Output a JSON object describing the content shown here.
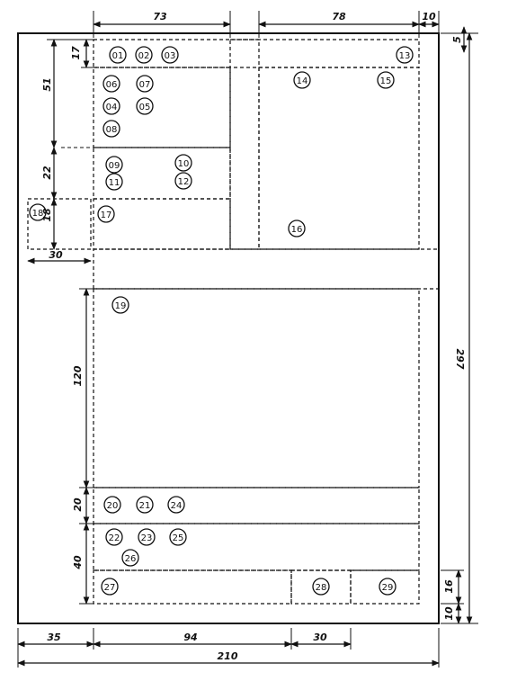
{
  "dimensions": {
    "top_73": "73",
    "top_78": "78",
    "top_10": "10",
    "top_5": "5",
    "left_17": "17",
    "left_51": "51",
    "left_22": "22",
    "left_18": "18",
    "left_30": "30",
    "right_297": "297",
    "right_16": "16",
    "right_10": "10",
    "mid_120": "120",
    "mid_20": "20",
    "mid_40": "40",
    "bottom_35": "35",
    "bottom_94": "94",
    "bottom_30": "30",
    "bottom_210": "210"
  },
  "markers": {
    "m01": "01",
    "m02": "02",
    "m03": "03",
    "m04": "04",
    "m05": "05",
    "m06": "06",
    "m07": "07",
    "m08": "08",
    "m09": "09",
    "m10": "10",
    "m11": "11",
    "m12": "12",
    "m13": "13",
    "m14": "14",
    "m15": "15",
    "m16": "16",
    "m17": "17",
    "m18": "18",
    "m19": "19",
    "m20": "20",
    "m21": "21",
    "m22": "22",
    "m23": "23",
    "m24": "24",
    "m25": "25",
    "m26": "26",
    "m27": "27",
    "m28": "28",
    "m29": "29"
  }
}
